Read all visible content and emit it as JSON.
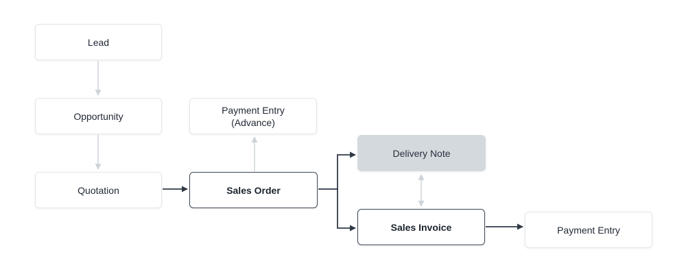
{
  "nodes": {
    "lead": "Lead",
    "opportunity": "Opportunity",
    "quotation": "Quotation",
    "payment_entry_advance": "Payment Entry\n(Advance)",
    "sales_order": "Sales Order",
    "delivery_note": "Delivery Note",
    "sales_invoice": "Sales Invoice",
    "payment_entry": "Payment Entry"
  },
  "colors": {
    "primary_arrow": "#2f3946",
    "secondary_arrow": "#cdd3d9",
    "node_border": "#e2e6ea",
    "primary_border": "#3d4754",
    "highlight_fill": "#d4d9de"
  }
}
